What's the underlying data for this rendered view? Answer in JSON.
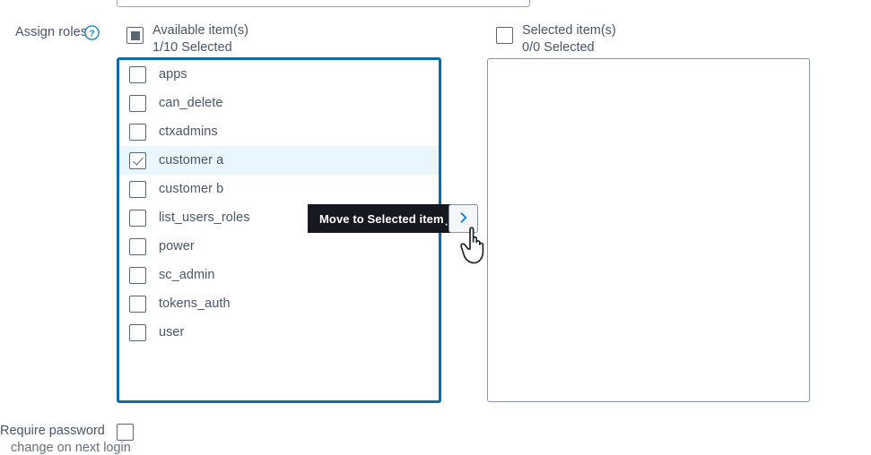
{
  "form": {
    "assign_roles_label": "Assign roles",
    "help_icon": "question-circle-icon",
    "top_field_value": ""
  },
  "dual_list": {
    "available": {
      "title": "Available item(s)",
      "count_text": "1/10 Selected",
      "header_checkbox_state": "indeterminate",
      "items": [
        {
          "label": "apps",
          "checked": false
        },
        {
          "label": "can_delete",
          "checked": false
        },
        {
          "label": "ctxadmins",
          "checked": false
        },
        {
          "label": "customer a",
          "checked": true
        },
        {
          "label": "customer b",
          "checked": false
        },
        {
          "label": "list_users_roles",
          "checked": false
        },
        {
          "label": "power",
          "checked": false
        },
        {
          "label": "sc_admin",
          "checked": false
        },
        {
          "label": "tokens_auth",
          "checked": false
        },
        {
          "label": "user",
          "checked": false
        }
      ]
    },
    "selected": {
      "title": "Selected item(s)",
      "count_text": "0/0 Selected",
      "header_checkbox_state": "unchecked",
      "items": []
    },
    "move_button": {
      "icon": "chevron-right-icon",
      "tooltip": "Move to Selected item(s)"
    }
  },
  "bottom": {
    "require_password_label": "Require password",
    "require_password_sublabel": "change on next login",
    "require_password_checked": false
  },
  "colors": {
    "focus_border": "#0b6ba9",
    "row_highlight": "#e9f6fd",
    "panel_border": "#8794a3",
    "text": "#495567",
    "tooltip_bg": "#161a20",
    "accent_blue": "#0b84d1"
  }
}
